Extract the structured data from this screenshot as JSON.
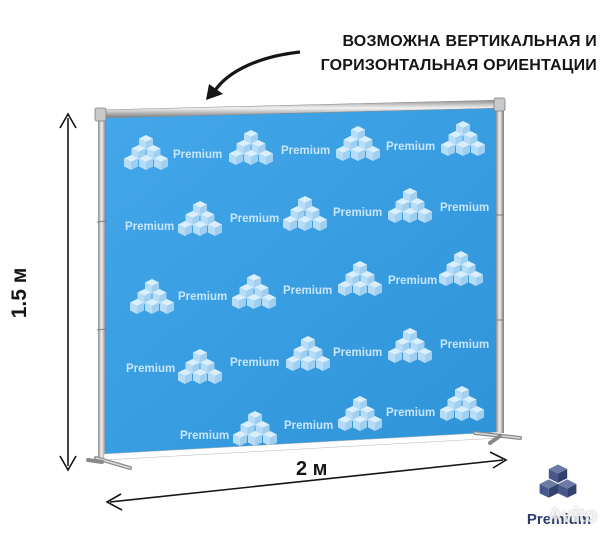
{
  "caption": {
    "line1": "ВОЗМОЖНА ВЕРТИКАЛЬНАЯ И",
    "line2": "ГОРИЗОНТАЛЬНАЯ ОРИЕНТАЦИИ"
  },
  "dimensions": {
    "width_label": "2 м",
    "height_label": "1.5 м"
  },
  "banner": {
    "logo_text": "Premium",
    "background_color": "#3a9fe3",
    "logo_color": "#c8e6fb"
  },
  "brand": {
    "name": "Premium",
    "icon": "cube-stack-icon",
    "color": "#2c3e6b"
  },
  "watermark": {
    "text": "Avito"
  }
}
